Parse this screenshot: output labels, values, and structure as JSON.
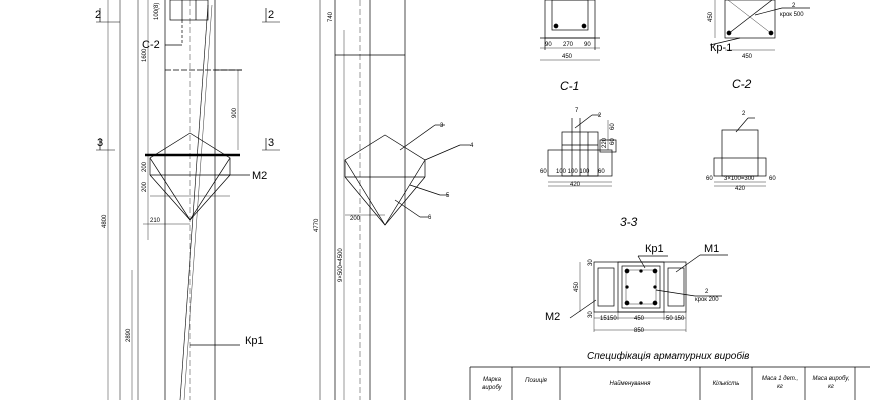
{
  "sections": {
    "c1": "С-1",
    "c2": "С-2",
    "s33": "3-3",
    "cut2_left": "2",
    "cut2_right": "2",
    "cut3_left": "3",
    "cut3_right": "3"
  },
  "marks": {
    "c2_left": "С-2",
    "m2_left": "М2",
    "kr1_left": "Кр1",
    "kr1_top": "Кр-1",
    "kr1_s33": "Кр1",
    "m1_s33": "М1",
    "m2_s33": "М2"
  },
  "callouts": {
    "n3": "3",
    "n4": "4",
    "n5": "5",
    "n6": "6",
    "n7": "7",
    "n2_c1": "2",
    "n2_c2": "2",
    "n2_topright": "2",
    "step500": "крок 500",
    "n2_s33": "2",
    "step200": "крок 200"
  },
  "dims": {
    "d100": "100(8)",
    "d1600": "1600",
    "d900": "900",
    "d200a": "200",
    "d200b": "200",
    "d210": "210",
    "d4800": "4800",
    "d2890": "2890",
    "d740": "740",
    "d4770": "4770",
    "d9x500": "9×500=4500",
    "d200c": "200",
    "d90a": "90",
    "d270": "270",
    "d90b": "90",
    "d450a": "450",
    "d450b": "450",
    "d450c": "450",
    "d60a": "60",
    "d100x3": "100 100 100",
    "d60b": "60",
    "d420a": "420",
    "d60c": "60",
    "d60d": "60",
    "d220": "220",
    "d60e": "60",
    "d3x100": "3×100=300",
    "d60f": "60",
    "d420b": "420",
    "d30a": "30",
    "d450d": "450",
    "d30b": "30",
    "d15150": "15150",
    "d450e": "450",
    "d50150": "50 150",
    "d850": "850"
  },
  "table": {
    "title": "Специфікація арматурних виробів",
    "headers": [
      "Марка виробу",
      "Позиція",
      "Найменування",
      "Кількість",
      "Маса 1 дет., кг",
      "Маса виробу, кг"
    ]
  }
}
